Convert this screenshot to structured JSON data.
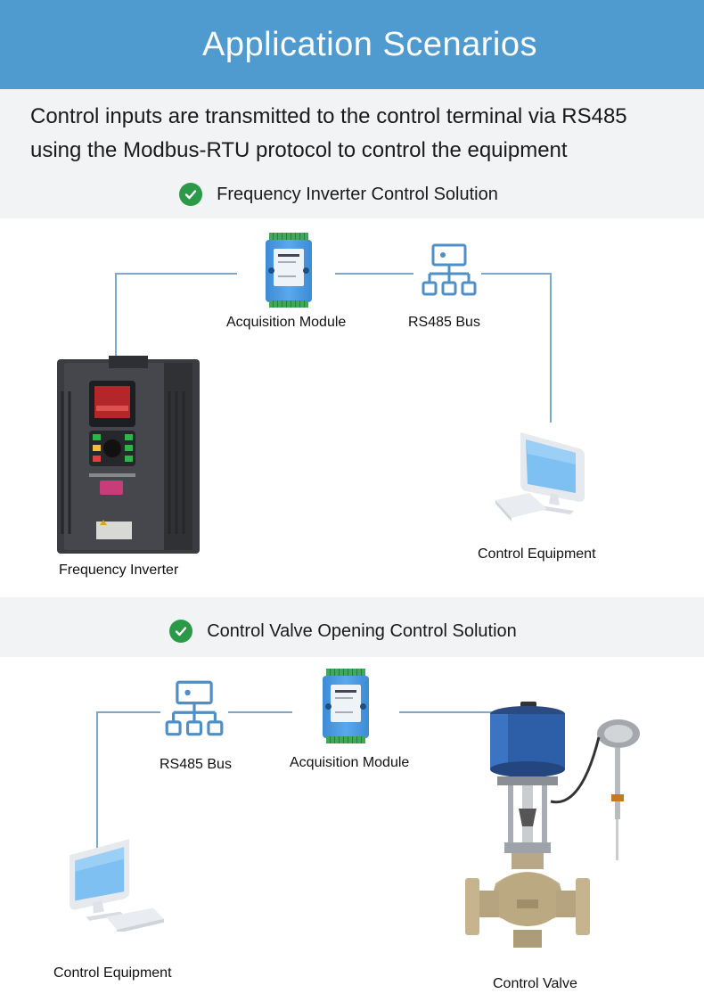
{
  "header": {
    "title": "Application Scenarios"
  },
  "intro": {
    "text": "Control inputs are transmitted to the control terminal via RS485 using the Modbus-RTU protocol to control the equipment"
  },
  "section1": {
    "title": "Frequency Inverter Control Solution",
    "labels": {
      "module": "Acquisition Module",
      "bus": "RS485 Bus",
      "inverter": "Frequency Inverter",
      "control": "Control Equipment"
    }
  },
  "section2": {
    "title": "Control Valve Opening Control Solution",
    "labels": {
      "bus": "RS485 Bus",
      "module": "Acquisition Module",
      "control": "Control Equipment",
      "valve": "Control Valve"
    }
  },
  "colors": {
    "header": "#4f9bd0",
    "check": "#2a9a48",
    "line": "#7ea7c9",
    "module": "#4a9be3"
  },
  "icons": [
    "check-icon",
    "acquisition-module-icon",
    "rs485-bus-icon",
    "computer-icon",
    "frequency-inverter-image",
    "control-valve-image"
  ]
}
